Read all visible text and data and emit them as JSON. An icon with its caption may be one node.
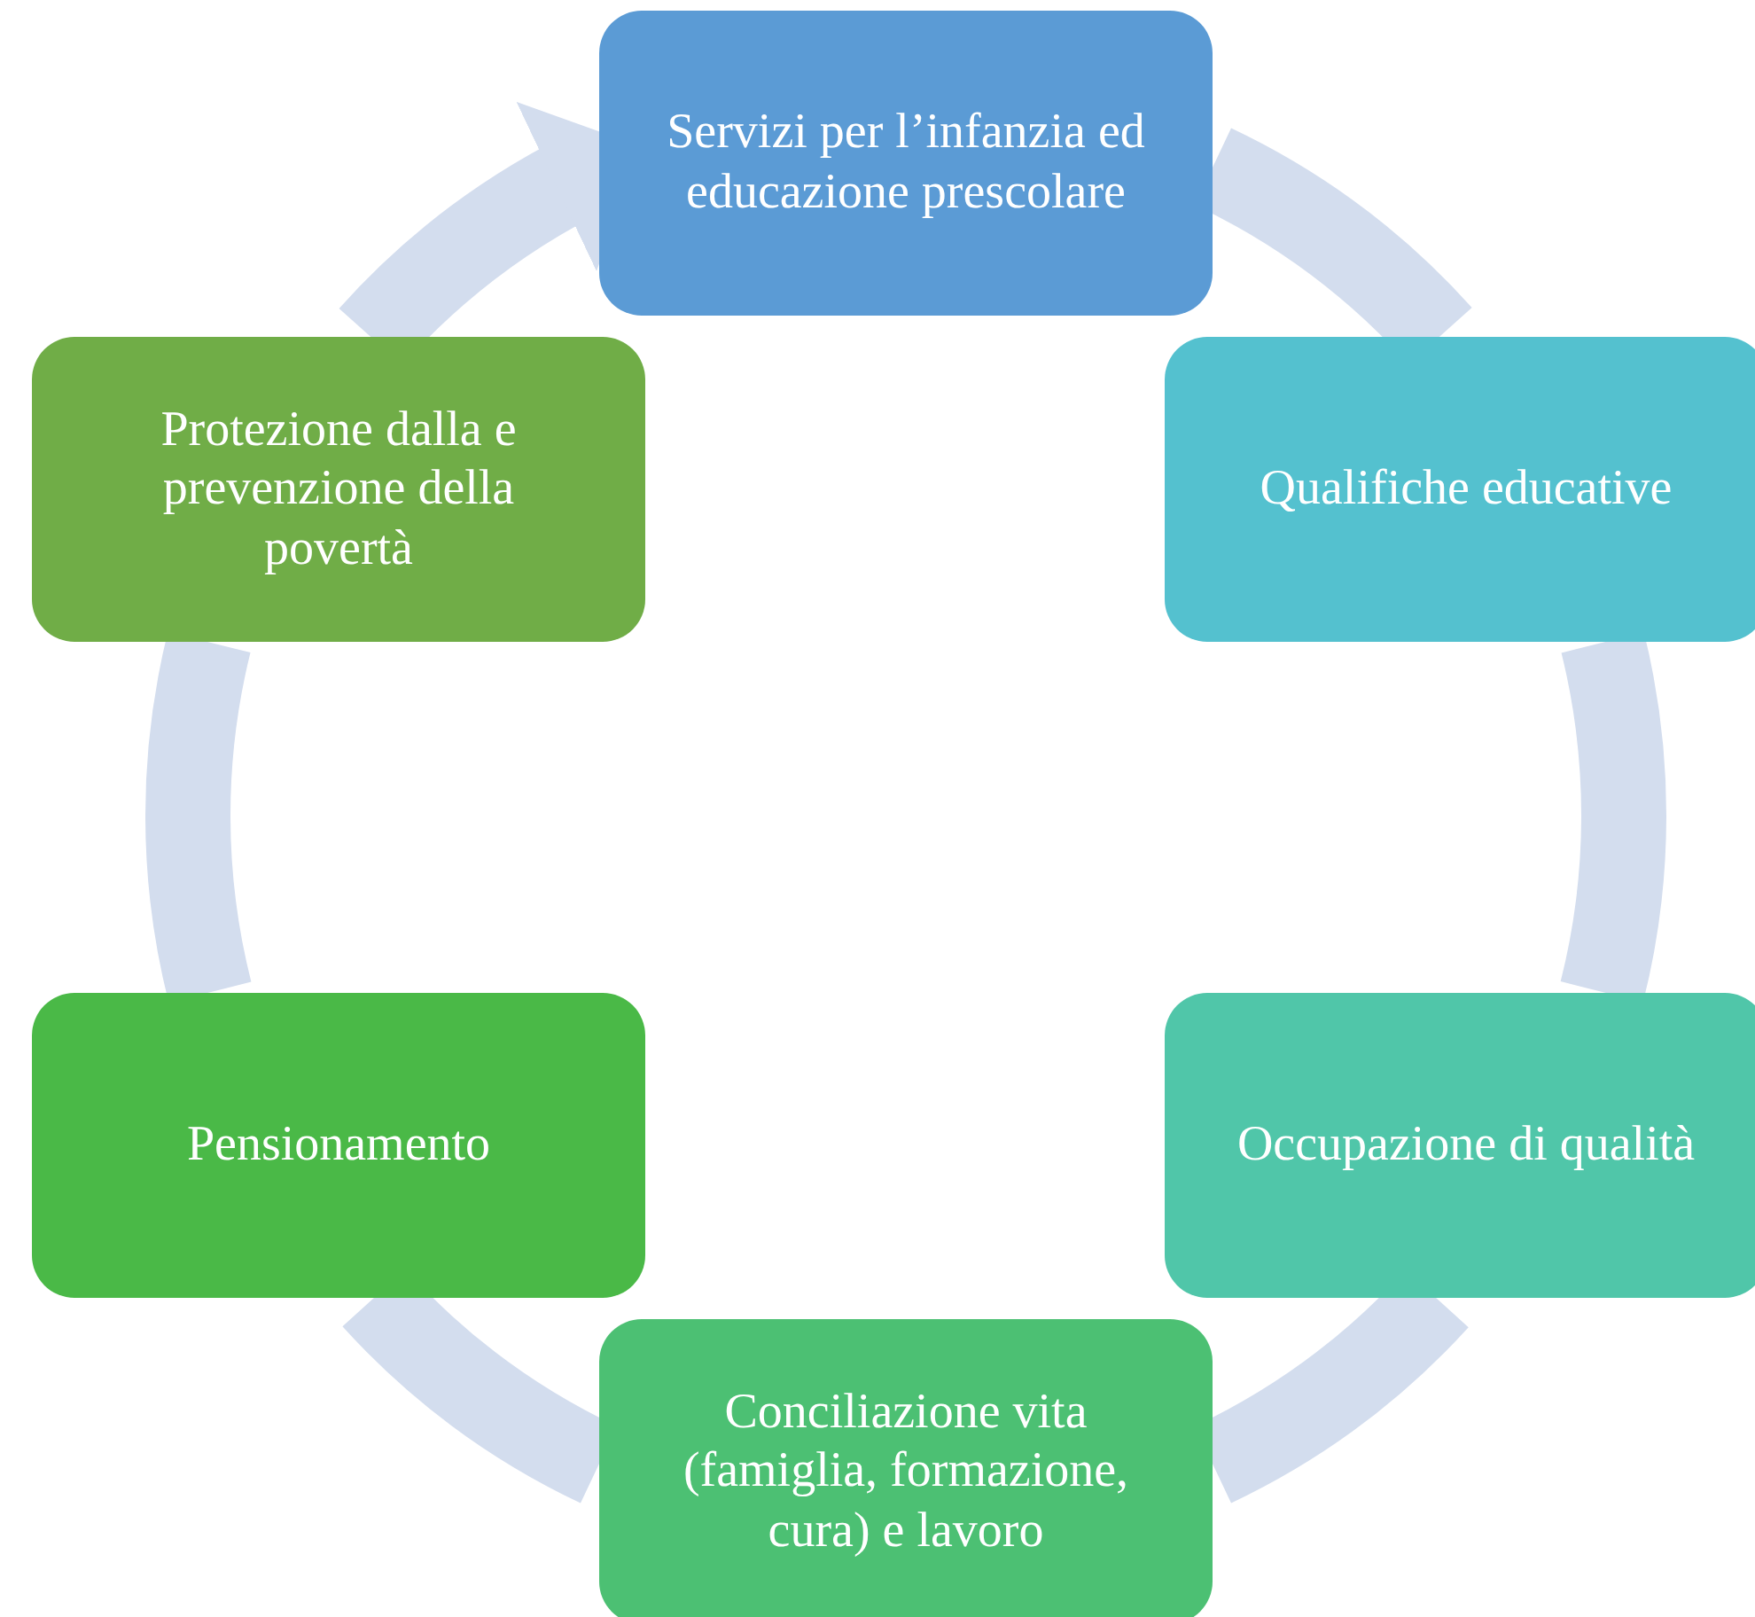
{
  "diagram": {
    "nodes": [
      {
        "text": [
          "Servizi per l’infanzia ed educazione prescolare"
        ]
      },
      {
        "text": [
          "Qualifiche educative"
        ]
      },
      {
        "text": [
          "Occupazione di qualità"
        ]
      },
      {
        "text": [
          "Conciliazione vita (famiglia, formazione, cura) e lavoro"
        ]
      },
      {
        "text": [
          "Pensionamento"
        ]
      },
      {
        "text": [
          "Protezione dalla e prevenzione della povertà"
        ]
      }
    ],
    "edges": [
      {
        "from": 0,
        "to": 1,
        "arrow": "none"
      },
      {
        "from": 1,
        "to": 2,
        "arrow": "none"
      },
      {
        "from": 2,
        "to": 3,
        "arrow": "none"
      },
      {
        "from": 3,
        "to": 4,
        "arrow": "none"
      },
      {
        "from": 4,
        "to": 5,
        "arrow": "none"
      },
      {
        "from": 5,
        "to": 0,
        "arrow": "to"
      }
    ]
  }
}
